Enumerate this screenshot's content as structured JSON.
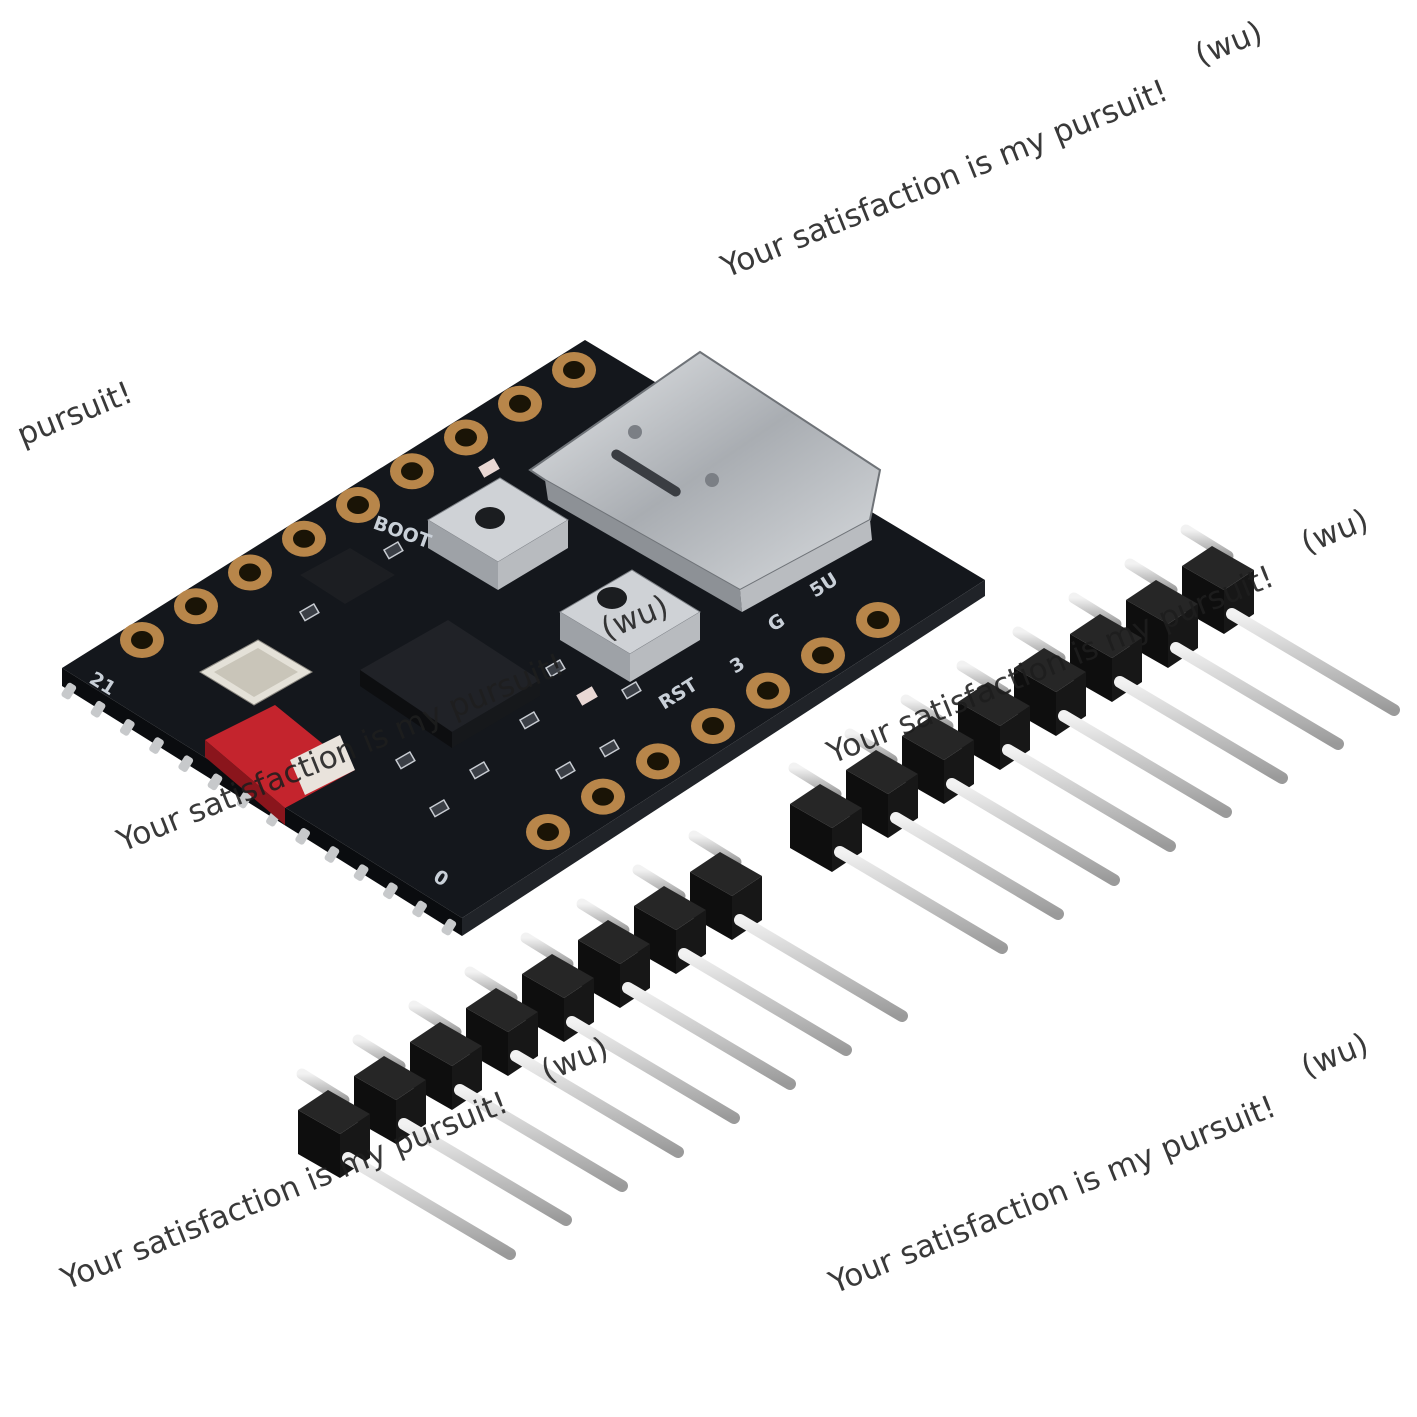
{
  "board": {
    "pcb_color": "#14171c",
    "pad_color": "#b8864a",
    "silkscreen": {
      "boot": "BOOT",
      "rst": "RST",
      "v5": "5U",
      "gnd": "G",
      "v3": "3",
      "pin_21": "21",
      "pin_0": "0"
    }
  },
  "header_pins": [
    {
      "name": "pin-header-left",
      "pins": 8
    },
    {
      "name": "pin-header-right",
      "pins": 8
    }
  ],
  "watermark": {
    "slogan": "Your satisfaction is my pursuit!",
    "tag": "(wu)",
    "fragment": "pursuit!"
  }
}
